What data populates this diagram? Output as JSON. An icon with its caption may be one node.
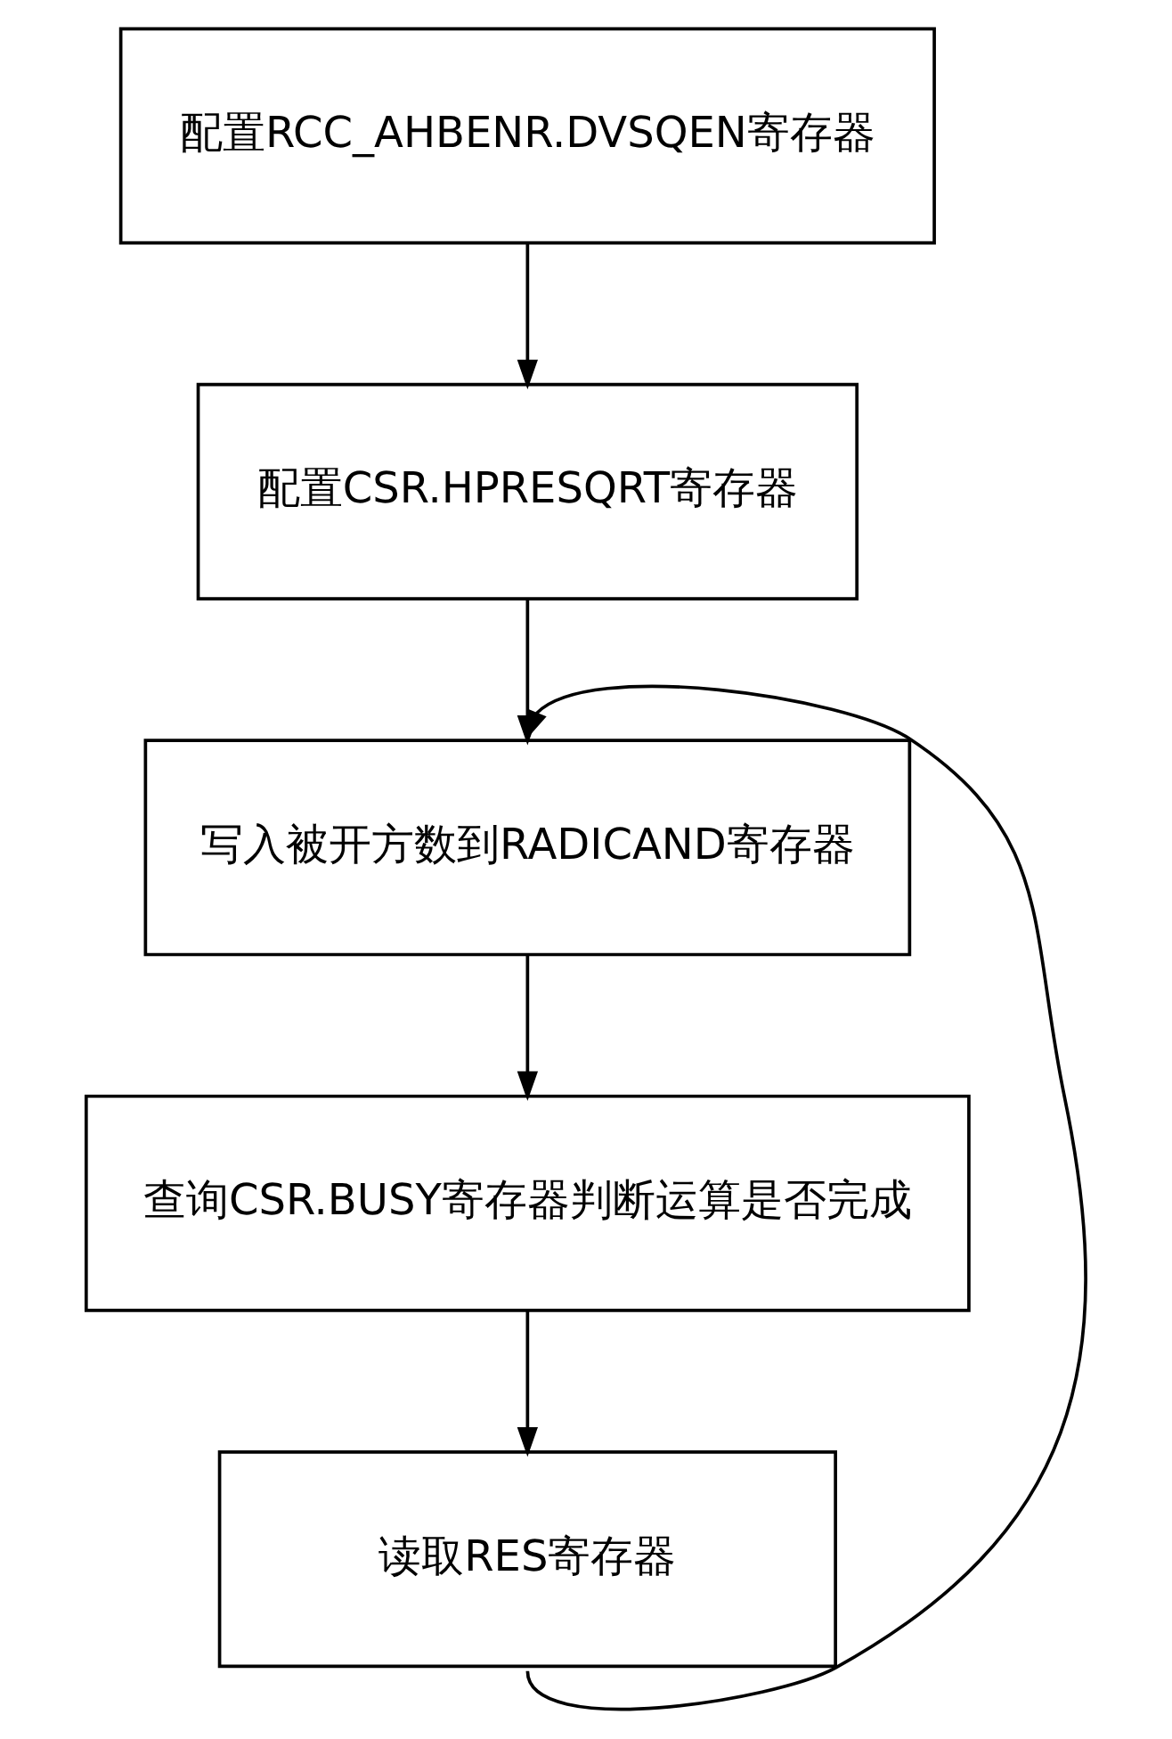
{
  "diagram": {
    "nodes": [
      {
        "text": [
          "配置RCC_AHBENR.DVSQEN寄存器"
        ]
      },
      {
        "text": [
          "配置CSR.HPRESQRT寄存器"
        ]
      },
      {
        "text": [
          "写入被开方数到RADICAND寄存器"
        ]
      },
      {
        "text": [
          "查询CSR.BUSY寄存器判断运算是否完成"
        ]
      },
      {
        "text": [
          "读取RES寄存器"
        ]
      }
    ],
    "edges": [
      {
        "from": 0,
        "to": 1,
        "arrow": "to"
      },
      {
        "from": 1,
        "to": 2,
        "arrow": "to"
      },
      {
        "from": 2,
        "to": 3,
        "arrow": "to"
      },
      {
        "from": 3,
        "to": 4,
        "arrow": "to"
      },
      {
        "from": 4,
        "to": 2,
        "arrow": "to"
      }
    ]
  }
}
